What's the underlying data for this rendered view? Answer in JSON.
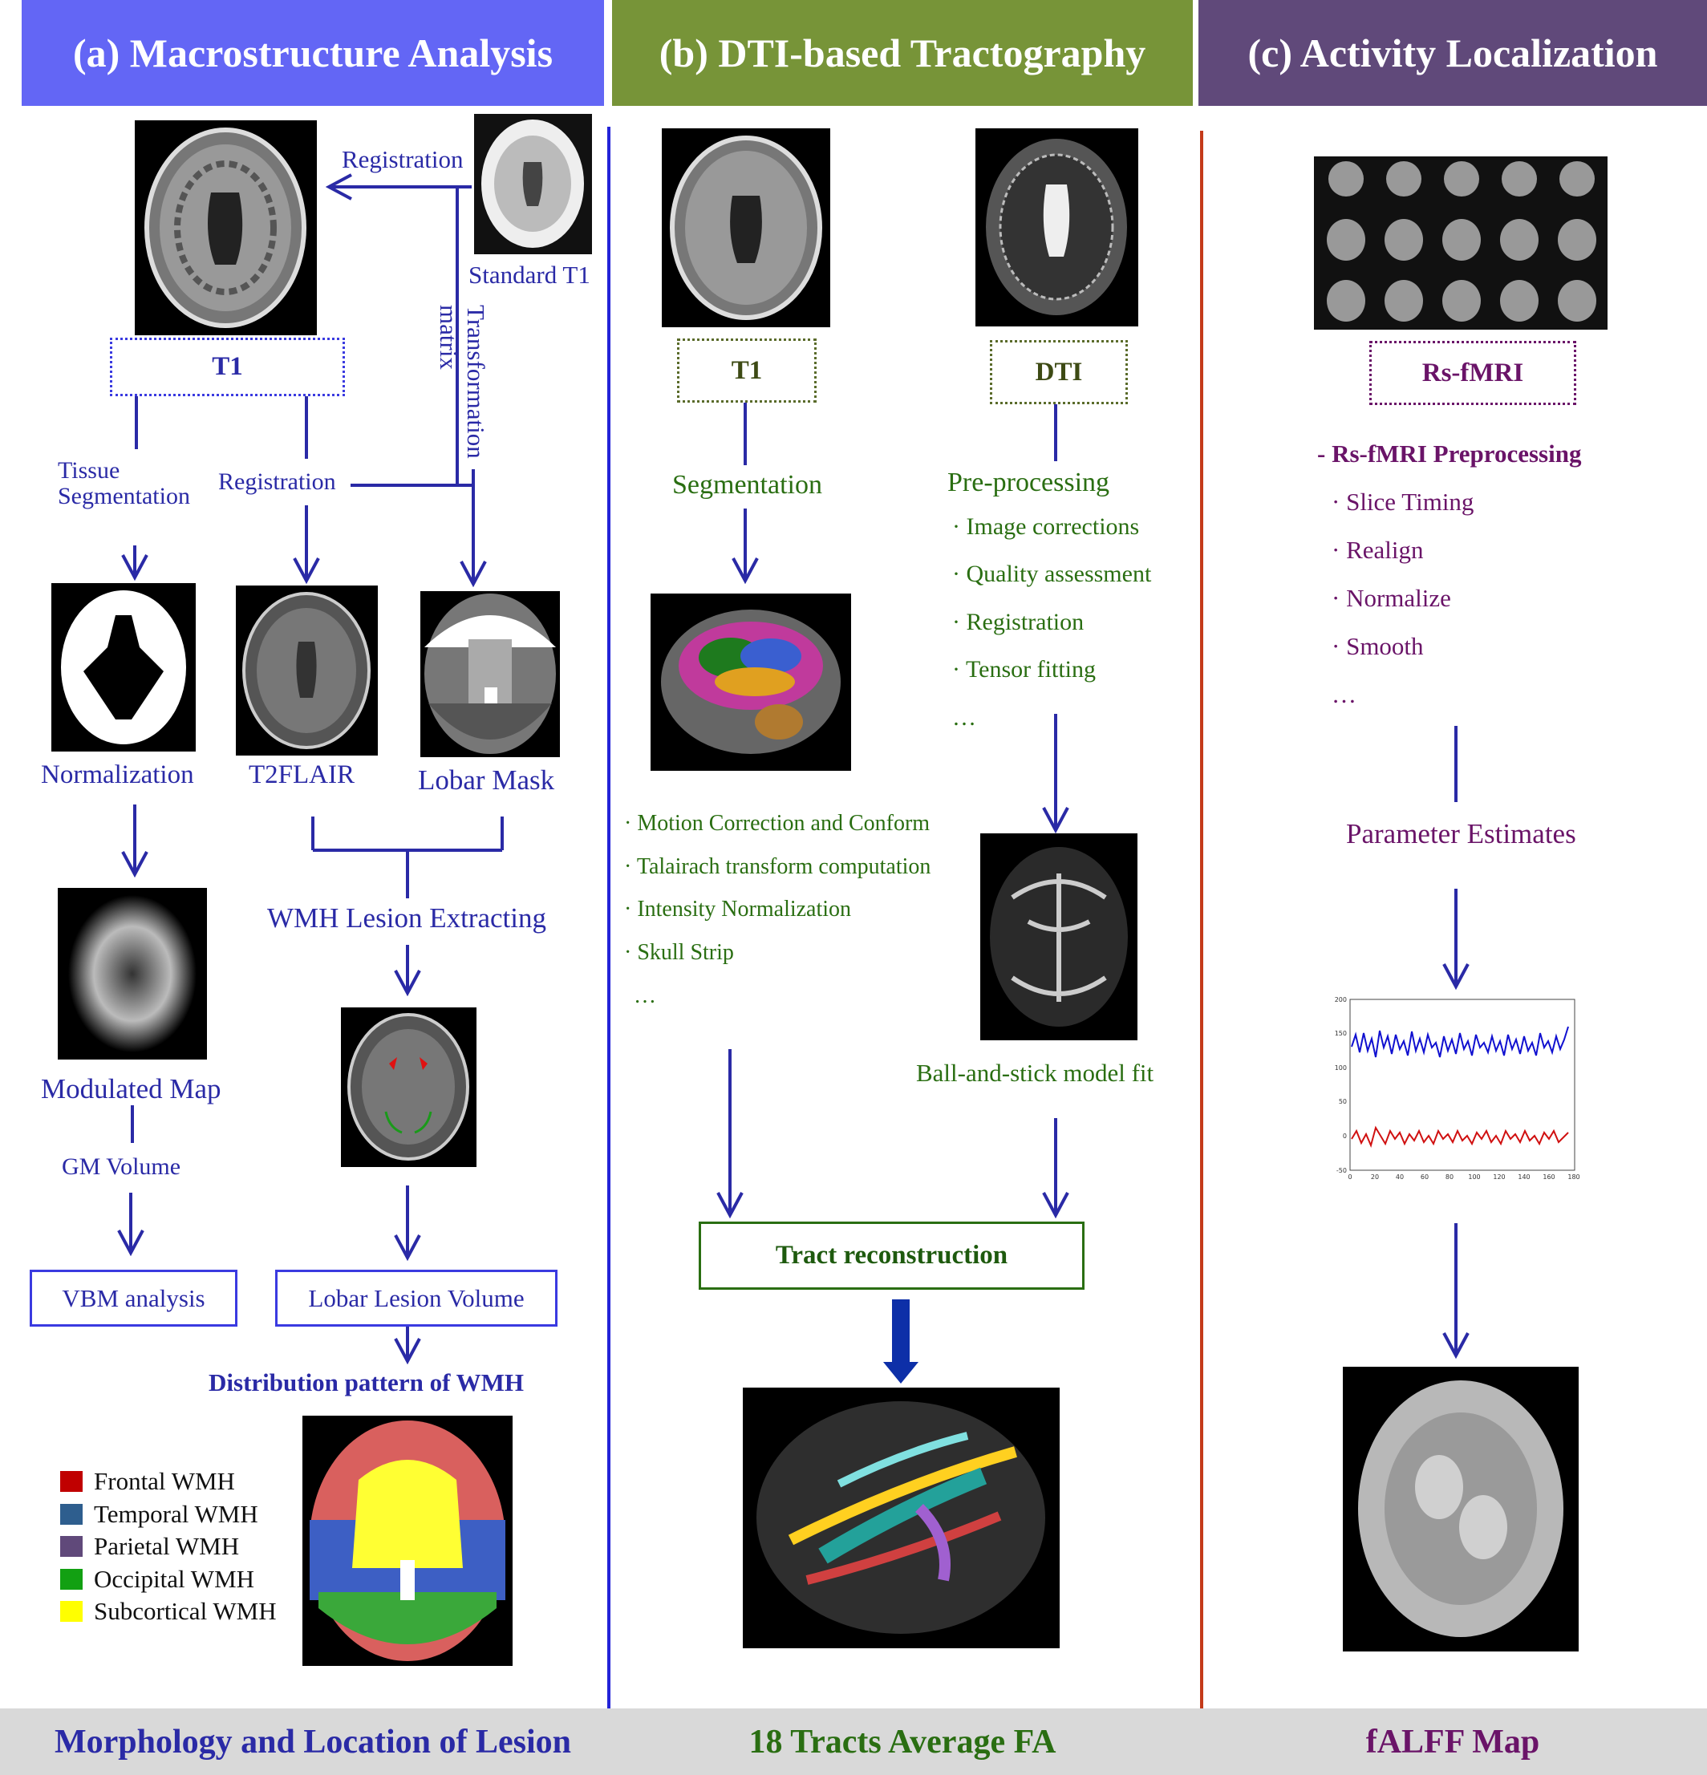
{
  "headers": {
    "a": "(a) Macrostructure Analysis",
    "b": "(b) DTI-based Tractography",
    "c": "(c) Activity Localization"
  },
  "colors": {
    "header_a": "#6366f5",
    "header_b": "#779438",
    "header_c": "#60497a",
    "divider_ab": "#2424d8",
    "divider_bc": "#c43a1a",
    "text_a": "#2a2aa6",
    "text_b": "#2a6e12",
    "text_c": "#6a1468"
  },
  "panel_a": {
    "registration_top": "Registration",
    "standard_t1": "Standard T1",
    "transformation_matrix": "Transformation matrix",
    "t1": "T1",
    "tissue_segmentation_1": "Tissue",
    "tissue_segmentation_2": "Segmentation",
    "registration_mid": "Registration",
    "normalization": "Normalization",
    "t2flair": "T2FLAIR",
    "lobar_mask": "Lobar Mask",
    "wmh_lesion_extracting": "WMH Lesion Extracting",
    "modulated_map": "Modulated Map",
    "gm_volume": "GM Volume",
    "vbm_analysis": "VBM analysis",
    "lobar_lesion_volume": "Lobar Lesion Volume",
    "distribution_pattern": "Distribution pattern of WMH",
    "legend": [
      {
        "label": "Frontal WMH",
        "color": "#c00000"
      },
      {
        "label": "Temporal WMH",
        "color": "#2e5e8e"
      },
      {
        "label": "Parietal WMH",
        "color": "#60497a"
      },
      {
        "label": "Occipital  WMH",
        "color": "#12a012"
      },
      {
        "label": "Subcortical WMH",
        "color": "#ffff00"
      }
    ]
  },
  "panel_b": {
    "t1": "T1",
    "dti": "DTI",
    "segmentation": "Segmentation",
    "preprocessing": "Pre-processing",
    "pre_steps": [
      "· Image corrections",
      "· Quality assessment",
      "· Registration",
      "· Tensor fitting"
    ],
    "pre_ellipsis": "…",
    "seg_steps": [
      "· Motion Correction and Conform",
      "· Talairach transform computation",
      "· Intensity Normalization",
      "· Skull Strip"
    ],
    "seg_ellipsis": "…",
    "ball_and_stick": "Ball-and-stick model fit",
    "tract_reconstruction": "Tract reconstruction"
  },
  "panel_c": {
    "rs_fmri": "Rs-fMRI",
    "preprocessing_title": "- Rs-fMRI Preprocessing",
    "steps": [
      "· Slice Timing",
      "· Realign",
      "· Normalize",
      "· Smooth"
    ],
    "ellipsis": "…",
    "parameter_estimates": "Parameter Estimates",
    "plot_yticks": [
      "200",
      "150",
      "100",
      "50",
      "0",
      "-50"
    ],
    "plot_xticks": [
      "0",
      "20",
      "40",
      "60",
      "80",
      "100",
      "120",
      "140",
      "160",
      "180"
    ]
  },
  "footer": {
    "a": "Morphology and Location of Lesion",
    "b": "18 Tracts Average FA",
    "c": "fALFF Map"
  }
}
